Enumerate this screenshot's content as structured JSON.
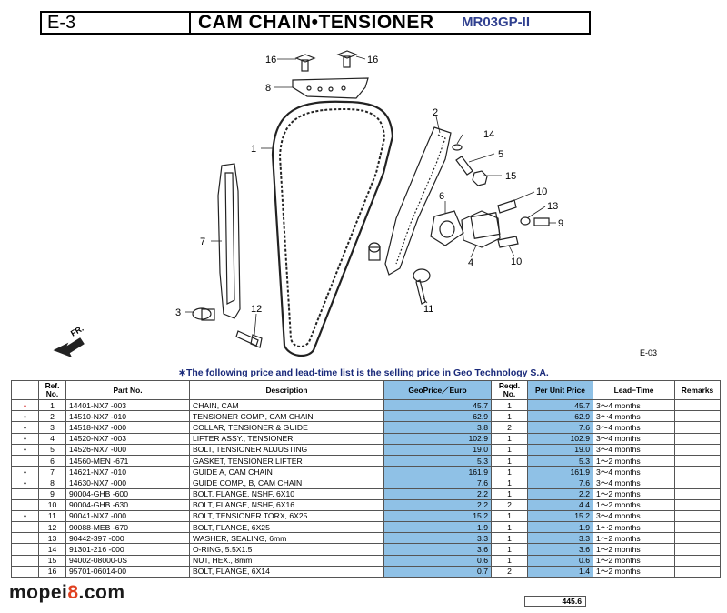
{
  "header": {
    "section": "E-3",
    "title": "CAM  CHAIN•TENSIONER",
    "model": "MR03GP-II"
  },
  "diagram": {
    "fr_label": "FR.",
    "page_ref": "E-03",
    "callouts": [
      "16",
      "16",
      "8",
      "2",
      "14",
      "5",
      "1",
      "15",
      "10",
      "13",
      "9",
      "6",
      "7",
      "4",
      "10",
      "3",
      "12",
      "11"
    ]
  },
  "note": "∗The following price and lead-time list is the selling price in Geo Technology S.A.",
  "table": {
    "headers": [
      "",
      "Ref. No.",
      "Part  No.",
      "Description",
      "GeoPrice／Euro",
      "Reqd. No.",
      "Per Unit Price",
      "Lead−Time",
      "Remarks"
    ],
    "rows": [
      {
        "mark": "•",
        "ref": "1",
        "part": "14401-NX7 -003",
        "desc": "CHAIN, CAM",
        "geo": "45.7",
        "qty": "1",
        "unit": "45.7",
        "lead": "3～4 months",
        "remarks": ""
      },
      {
        "mark": "•",
        "ref": "2",
        "part": "14510-NX7 -010",
        "desc": "TENSIONER COMP., CAM CHAIN",
        "geo": "62.9",
        "qty": "1",
        "unit": "62.9",
        "lead": "3～4 months",
        "remarks": ""
      },
      {
        "mark": "•",
        "ref": "3",
        "part": "14518-NX7 -000",
        "desc": "COLLAR, TENSIONER & GUIDE",
        "geo": "3.8",
        "qty": "2",
        "unit": "7.6",
        "lead": "3～4 months",
        "remarks": ""
      },
      {
        "mark": "•",
        "ref": "4",
        "part": "14520-NX7 -003",
        "desc": "LIFTER ASSY., TENSIONER",
        "geo": "102.9",
        "qty": "1",
        "unit": "102.9",
        "lead": "3～4 months",
        "remarks": ""
      },
      {
        "mark": "•",
        "ref": "5",
        "part": "14526-NX7 -000",
        "desc": "BOLT, TENSIONER ADJUSTING",
        "geo": "19.0",
        "qty": "1",
        "unit": "19.0",
        "lead": "3～4 months",
        "remarks": ""
      },
      {
        "mark": "",
        "ref": "6",
        "part": "14560-MEN -671",
        "desc": "GASKET, TENSIONER LIFTER",
        "geo": "5.3",
        "qty": "1",
        "unit": "5.3",
        "lead": "1～2 months",
        "remarks": ""
      },
      {
        "mark": "•",
        "ref": "7",
        "part": "14621-NX7 -010",
        "desc": "GUIDE A, CAM CHAIN",
        "geo": "161.9",
        "qty": "1",
        "unit": "161.9",
        "lead": "3～4 months",
        "remarks": ""
      },
      {
        "mark": "•",
        "ref": "8",
        "part": "14630-NX7 -000",
        "desc": "GUIDE COMP., B, CAM CHAIN",
        "geo": "7.6",
        "qty": "1",
        "unit": "7.6",
        "lead": "3～4 months",
        "remarks": ""
      },
      {
        "mark": "",
        "ref": "9",
        "part": "90004-GHB -600",
        "desc": "BOLT, FLANGE, NSHF, 6X10",
        "geo": "2.2",
        "qty": "1",
        "unit": "2.2",
        "lead": "1～2 months",
        "remarks": ""
      },
      {
        "mark": "",
        "ref": "10",
        "part": "90004-GHB -630",
        "desc": "BOLT, FLANGE, NSHF, 6X16",
        "geo": "2.2",
        "qty": "2",
        "unit": "4.4",
        "lead": "1～2 months",
        "remarks": ""
      },
      {
        "mark": "•",
        "ref": "11",
        "part": "90041-NX7 -000",
        "desc": "BOLT, TENSIONER TORX, 6X25",
        "geo": "15.2",
        "qty": "1",
        "unit": "15.2",
        "lead": "3～4 months",
        "remarks": ""
      },
      {
        "mark": "",
        "ref": "12",
        "part": "90088-MEB -670",
        "desc": "BOLT, FLANGE, 6X25",
        "geo": "1.9",
        "qty": "1",
        "unit": "1.9",
        "lead": "1～2 months",
        "remarks": ""
      },
      {
        "mark": "",
        "ref": "13",
        "part": "90442-397 -000",
        "desc": "WASHER, SEALING, 6mm",
        "geo": "3.3",
        "qty": "1",
        "unit": "3.3",
        "lead": "1～2 months",
        "remarks": ""
      },
      {
        "mark": "",
        "ref": "14",
        "part": "91301-216 -000",
        "desc": "O-RING, 5.5X1.5",
        "geo": "3.6",
        "qty": "1",
        "unit": "3.6",
        "lead": "1～2 months",
        "remarks": ""
      },
      {
        "mark": "",
        "ref": "15",
        "part": "94002-08000-0S",
        "desc": "NUT, HEX., 8mm",
        "geo": "0.6",
        "qty": "1",
        "unit": "0.6",
        "lead": "1～2 months",
        "remarks": ""
      },
      {
        "mark": "",
        "ref": "16",
        "part": "95701-06014-00",
        "desc": "BOLT, FLANGE, 6X14",
        "geo": "0.7",
        "qty": "2",
        "unit": "1.4",
        "lead": "1～2 months",
        "remarks": ""
      }
    ],
    "total": "445.6"
  },
  "watermark": {
    "prefix": "mopei",
    "accent": "8",
    "suffix": ".com"
  }
}
